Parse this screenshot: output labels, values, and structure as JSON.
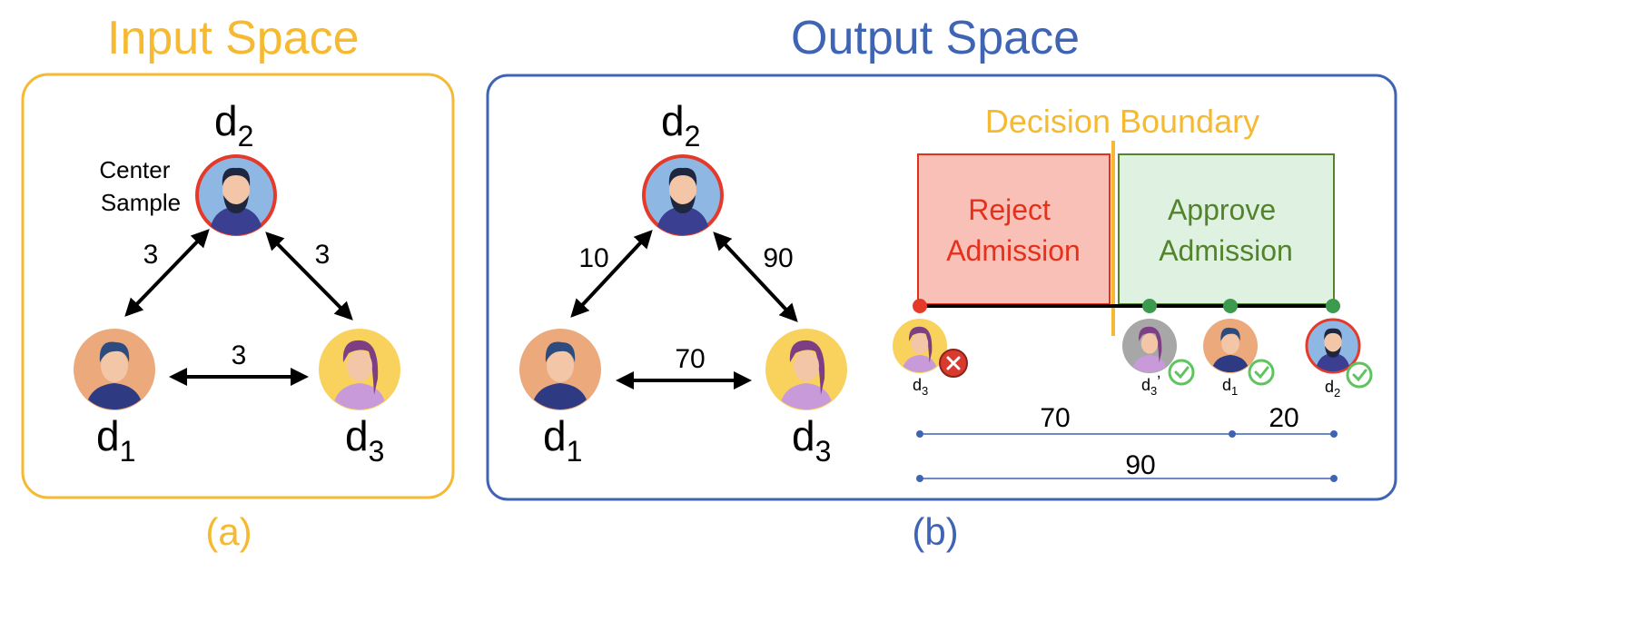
{
  "colors": {
    "input_accent": "#F5B932",
    "output_accent": "#3F64B4",
    "reject": "#E5301C",
    "reject_fill": "#F8C0B6",
    "approve": "#53832A",
    "approve_fill": "#DFF2E2",
    "green_dot": "#3C9A4E",
    "check": "#5FC45F",
    "center_ring": "#E53A2A"
  },
  "panel_a": {
    "title": "Input Space",
    "caption": "(a)",
    "center_note_line1": "Center",
    "center_note_line2": "Sample",
    "nodes": {
      "d2": {
        "base": "d",
        "sub": "2",
        "icon": "bearded-man-icon"
      },
      "d1": {
        "base": "d",
        "sub": "1",
        "icon": "man-icon"
      },
      "d3": {
        "base": "d",
        "sub": "3",
        "icon": "woman-icon"
      }
    },
    "edges": {
      "d1_d2": "3",
      "d2_d3": "3",
      "d1_d3": "3"
    }
  },
  "panel_b": {
    "title": "Output Space",
    "caption": "(b)",
    "nodes": {
      "d2": {
        "base": "d",
        "sub": "2"
      },
      "d1": {
        "base": "d",
        "sub": "1"
      },
      "d3": {
        "base": "d",
        "sub": "3"
      }
    },
    "edges": {
      "d1_d2": "10",
      "d2_d3": "90",
      "d1_d3": "70"
    },
    "decision": {
      "boundary_label": "Decision Boundary",
      "reject_line1": "Reject",
      "reject_line2": "Admission",
      "approve_line1": "Approve",
      "approve_line2": "Admission",
      "points": [
        {
          "base": "d",
          "sub": "3",
          "prime": "",
          "status": "rejected",
          "icon": "woman-icon"
        },
        {
          "base": "d",
          "sub": "3",
          "prime": "ʼ",
          "status": "approved",
          "icon": "woman-gray-icon"
        },
        {
          "base": "d",
          "sub": "1",
          "prime": "",
          "status": "approved",
          "icon": "man-icon"
        },
        {
          "base": "d",
          "sub": "2",
          "prime": "",
          "status": "approved",
          "icon": "bearded-man-icon"
        }
      ],
      "distances": {
        "d1_to_d2": "20",
        "d3_to_d1": "70",
        "d3_to_d2": "90"
      }
    }
  }
}
